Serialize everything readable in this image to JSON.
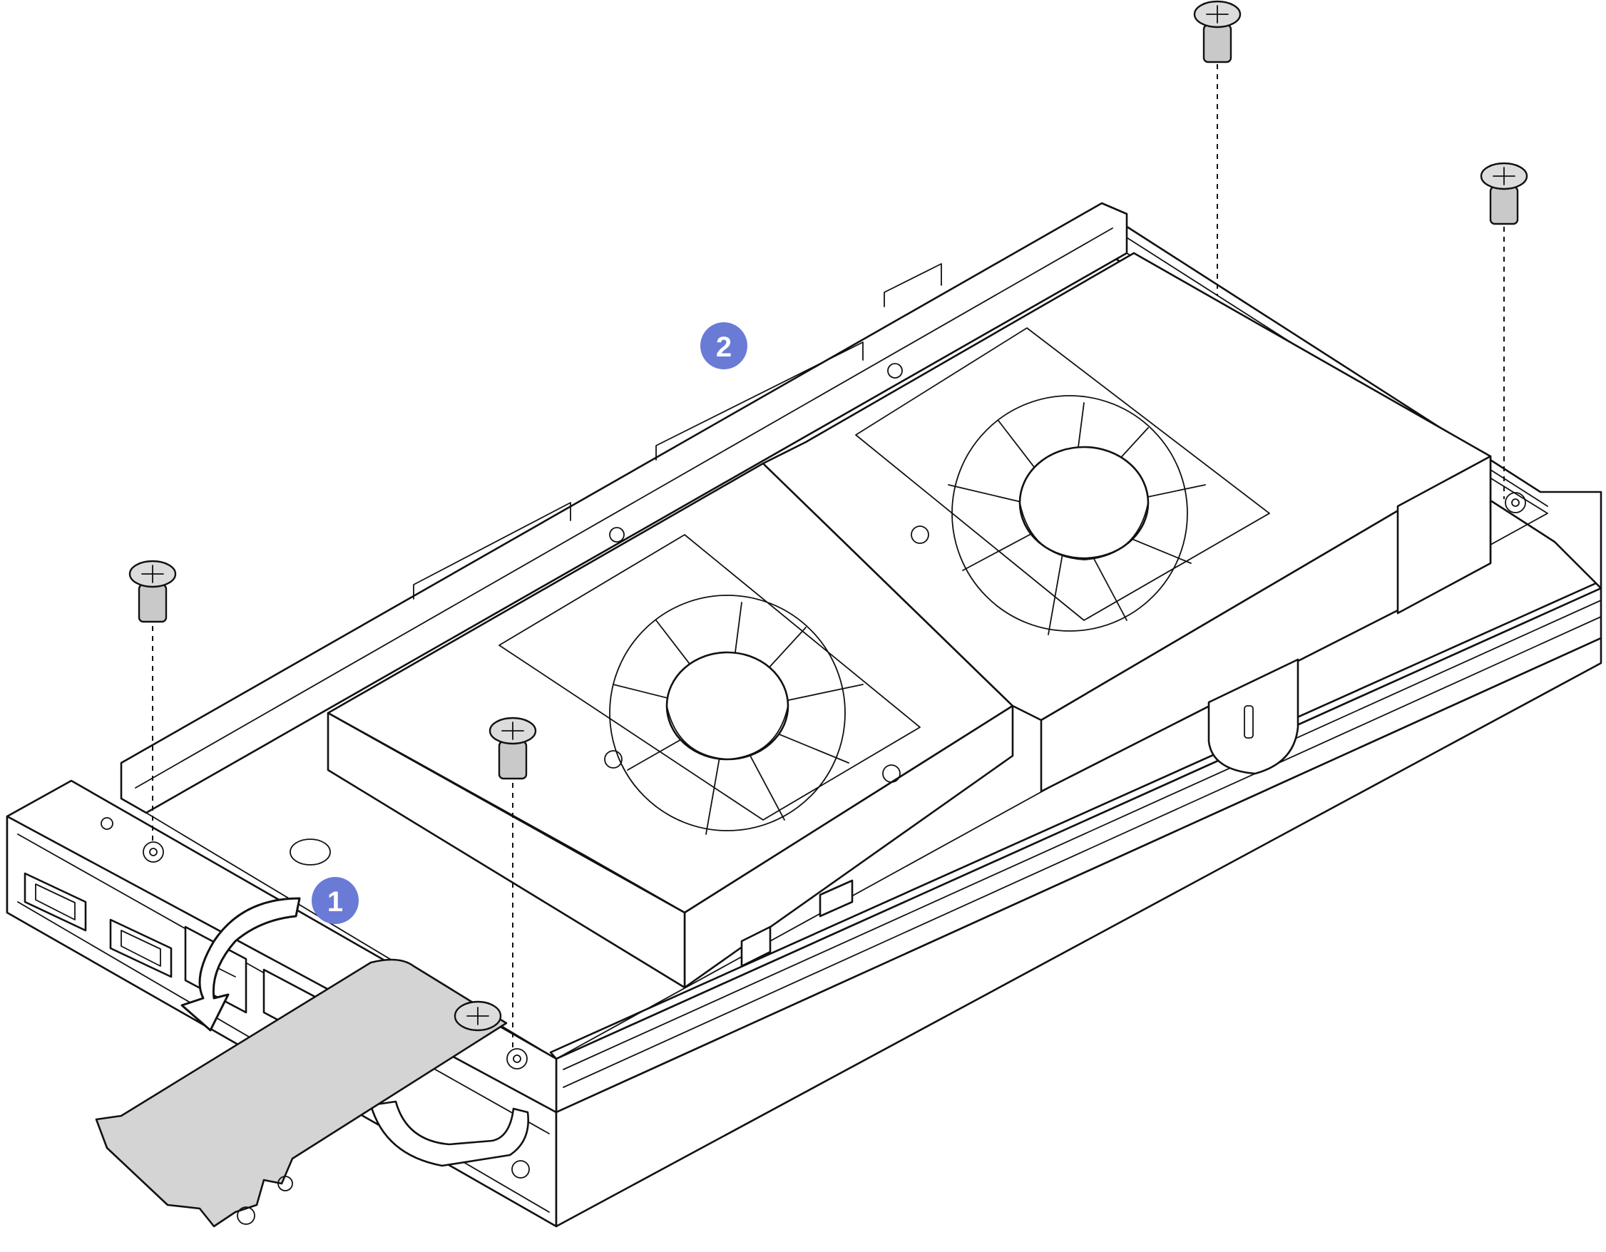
{
  "callouts": [
    {
      "id": "step1",
      "label": "1"
    },
    {
      "id": "step2",
      "label": "2"
    }
  ],
  "colors": {
    "callout": "#6a7bd6",
    "outline": "#111111",
    "cover_plate": "#d4d4d4",
    "screw": "#c9c9c9"
  },
  "icons": [
    "screw-icon",
    "rotation-arrow-icon",
    "fan-icon"
  ]
}
